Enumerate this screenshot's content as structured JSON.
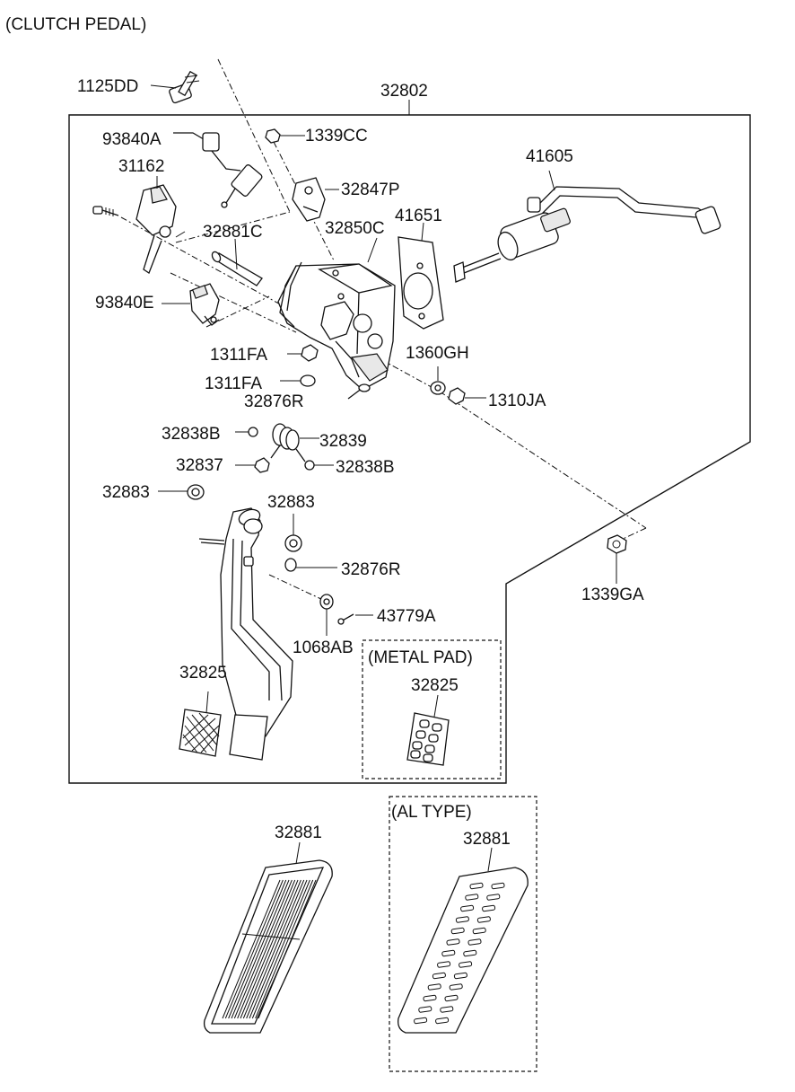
{
  "header": {
    "title": "(CLUTCH PEDAL)"
  },
  "labels": {
    "p1125DD": "1125DD",
    "p32802": "32802",
    "p93840A": "93840A",
    "p1339CC": "1339CC",
    "p41605": "41605",
    "p31162": "31162",
    "p32847P": "32847P",
    "p41651": "41651",
    "p32881C": "32881C",
    "p32850C": "32850C",
    "p93840E": "93840E",
    "p1311FA_a": "1311FA",
    "p1360GH": "1360GH",
    "p1311FA_b": "1311FA",
    "p32876R_a": "32876R",
    "p1310JA": "1310JA",
    "p32838B_a": "32838B",
    "p32839": "32839",
    "p32837": "32837",
    "p32838B_b": "32838B",
    "p32883_a": "32883",
    "p32883_b": "32883",
    "p1339GA": "1339GA",
    "p32876R_b": "32876R",
    "p43779A": "43779A",
    "p1068AB": "1068AB",
    "metal_pad": "(METAL PAD)",
    "p32825_a": "32825",
    "p32825_b": "32825",
    "al_type": "(AL TYPE)",
    "p32881_a": "32881",
    "p32881_b": "32881"
  }
}
